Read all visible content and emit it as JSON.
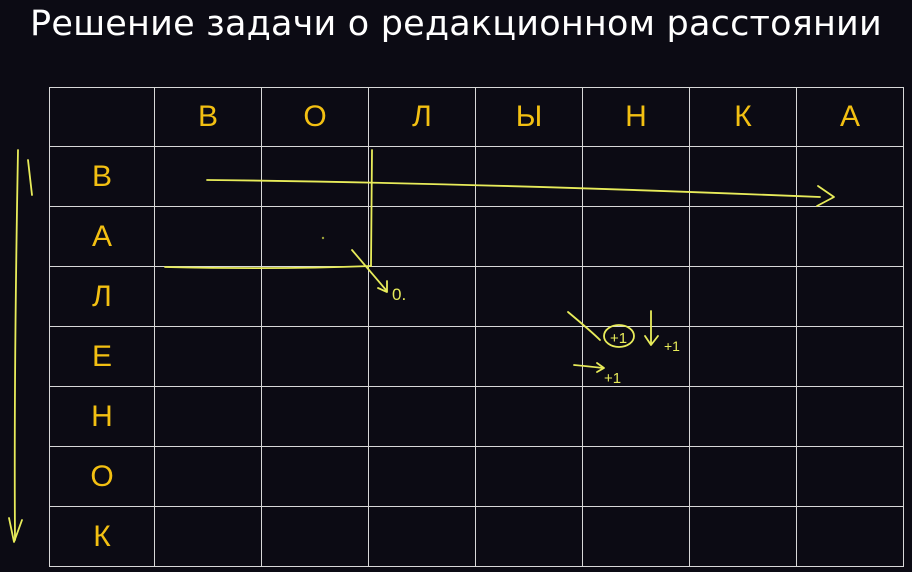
{
  "title": "Решение задачи о редакционном расстоянии",
  "column_headers": [
    "В",
    "О",
    "Л",
    "Ы",
    "Н",
    "К",
    "А"
  ],
  "row_headers": [
    "В",
    "А",
    "Л",
    "Е",
    "Н",
    "О",
    "К"
  ],
  "annotations": {
    "zero_mark": "0.",
    "plus_one_diag": "+1",
    "plus_one_down": "+1",
    "plus_one_right": "+1"
  },
  "colors": {
    "background": "#0c0b14",
    "letters": "#f3c012",
    "grid": "#d8d8d8",
    "pen": "#e8ec5a",
    "title": "#ffffff"
  }
}
